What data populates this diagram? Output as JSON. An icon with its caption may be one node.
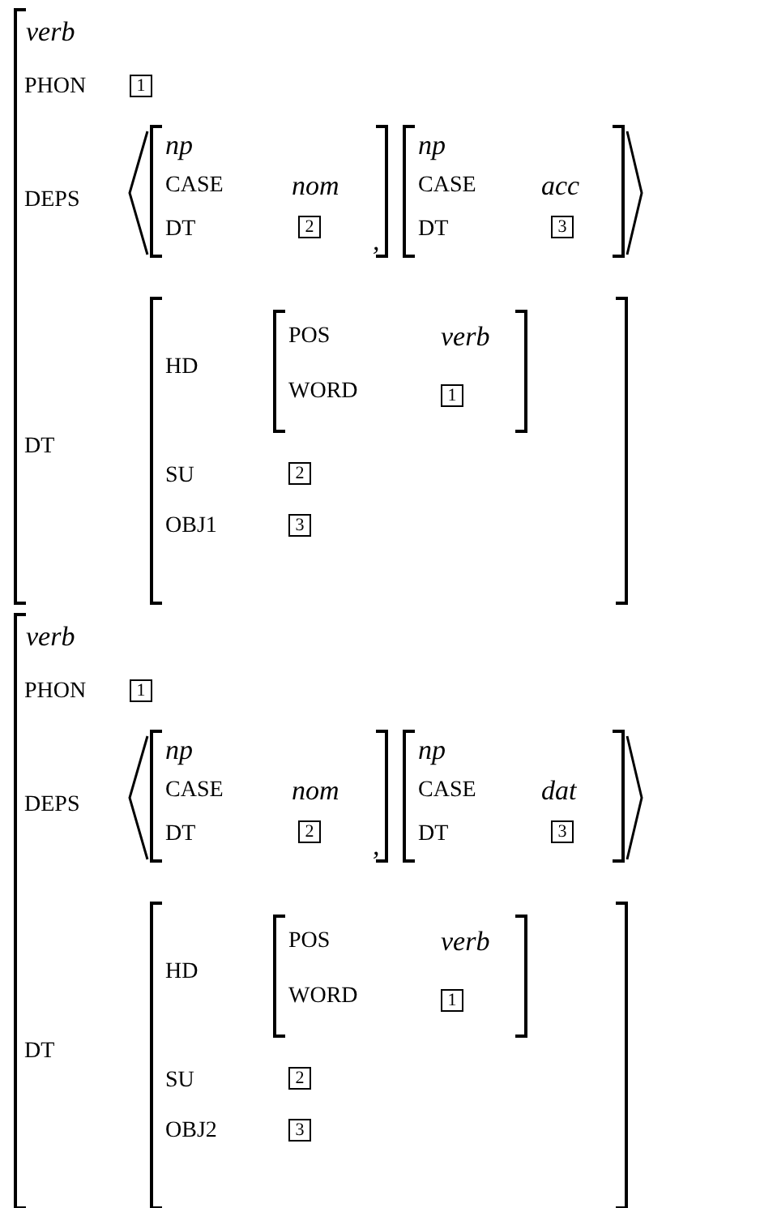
{
  "diagram": {
    "nodes": [
      {
        "text": [
          "verb",
          "PHON",
          "DEPS",
          "DT"
        ]
      },
      {
        "text": [
          "1"
        ],
        "in": 0
      },
      {
        "text": [
          "np",
          "CASE",
          "nom",
          "DT"
        ],
        "in": 0
      },
      {
        "text": [
          "2"
        ],
        "in": 2
      },
      {
        "text": [
          "np",
          "CASE",
          "acc",
          "DT"
        ],
        "in": 0
      },
      {
        "text": [
          "3"
        ],
        "in": 4
      },
      {
        "text": [
          "HD",
          "SU",
          "OBJ1"
        ],
        "in": 0
      },
      {
        "text": [
          "POS",
          "verb",
          "WORD"
        ],
        "in": 6
      },
      {
        "text": [
          "1"
        ],
        "in": 7
      },
      {
        "text": [
          "2"
        ],
        "in": 6
      },
      {
        "text": [
          "3"
        ],
        "in": 6
      },
      {
        "text": [
          "verb",
          "PHON",
          "DEPS",
          "DT"
        ]
      },
      {
        "text": [
          "1"
        ],
        "in": 11
      },
      {
        "text": [
          "np",
          "CASE",
          "nom",
          "DT"
        ],
        "in": 11
      },
      {
        "text": [
          "2"
        ],
        "in": 13
      },
      {
        "text": [
          "np",
          "CASE",
          "dat",
          "DT"
        ],
        "in": 11
      },
      {
        "text": [
          "3"
        ],
        "in": 15
      },
      {
        "text": [
          "HD",
          "SU",
          "OBJ2"
        ],
        "in": 11
      },
      {
        "text": [
          "POS",
          "verb",
          "WORD"
        ],
        "in": 17
      },
      {
        "text": [
          "1"
        ],
        "in": 18
      },
      {
        "text": [
          "2"
        ],
        "in": 17
      },
      {
        "text": [
          "3"
        ],
        "in": 17
      }
    ],
    "labels": [
      ",",
      ","
    ]
  }
}
